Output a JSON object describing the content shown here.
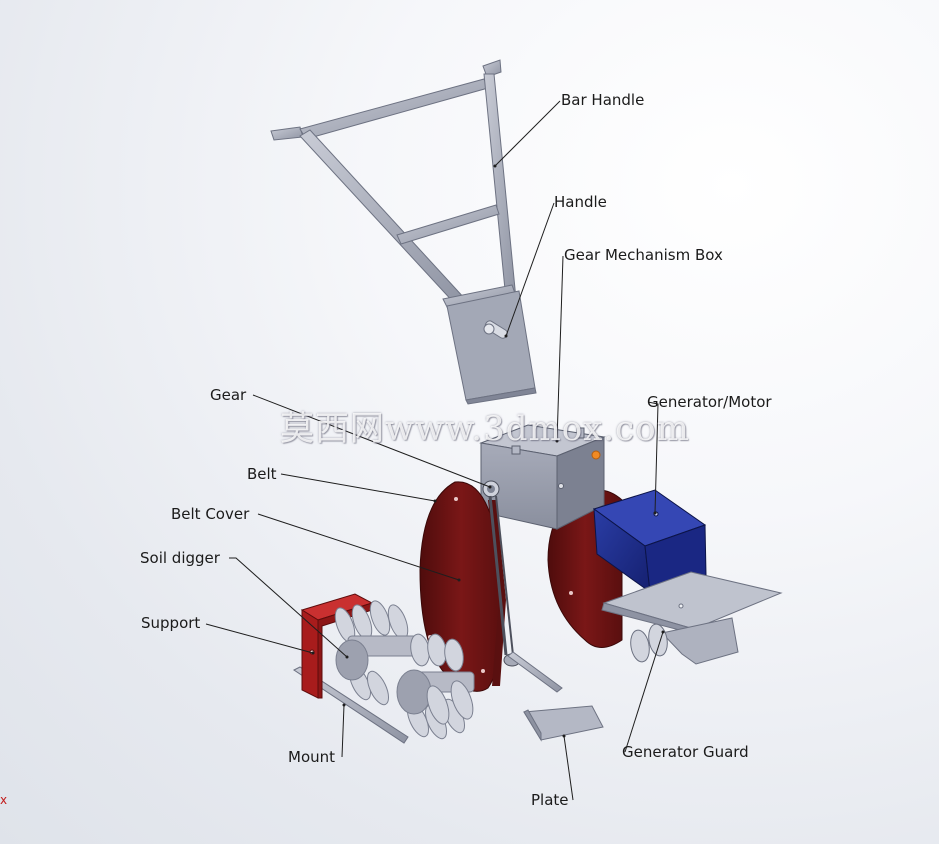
{
  "labels": {
    "bar_handle": "Bar Handle",
    "handle": "Handle",
    "gear_mechanism_box": "Gear Mechanism Box",
    "gear": "Gear",
    "generator_motor": "Generator/Motor",
    "belt": "Belt",
    "belt_cover": "Belt Cover",
    "soil_digger": "Soil digger",
    "support": "Support",
    "mount": "Mount",
    "generator_guard": "Generator Guard",
    "plate": "Plate"
  },
  "watermark": "莫西网www.3dmox.com",
  "corner_mark": "x",
  "colors": {
    "frame": "#a9aebd",
    "box": "#9ea3b3",
    "belt_cover": "#6e1414",
    "motor": "#1d2f8f",
    "support": "#b11d1d",
    "blade": "#cfd2dc"
  }
}
